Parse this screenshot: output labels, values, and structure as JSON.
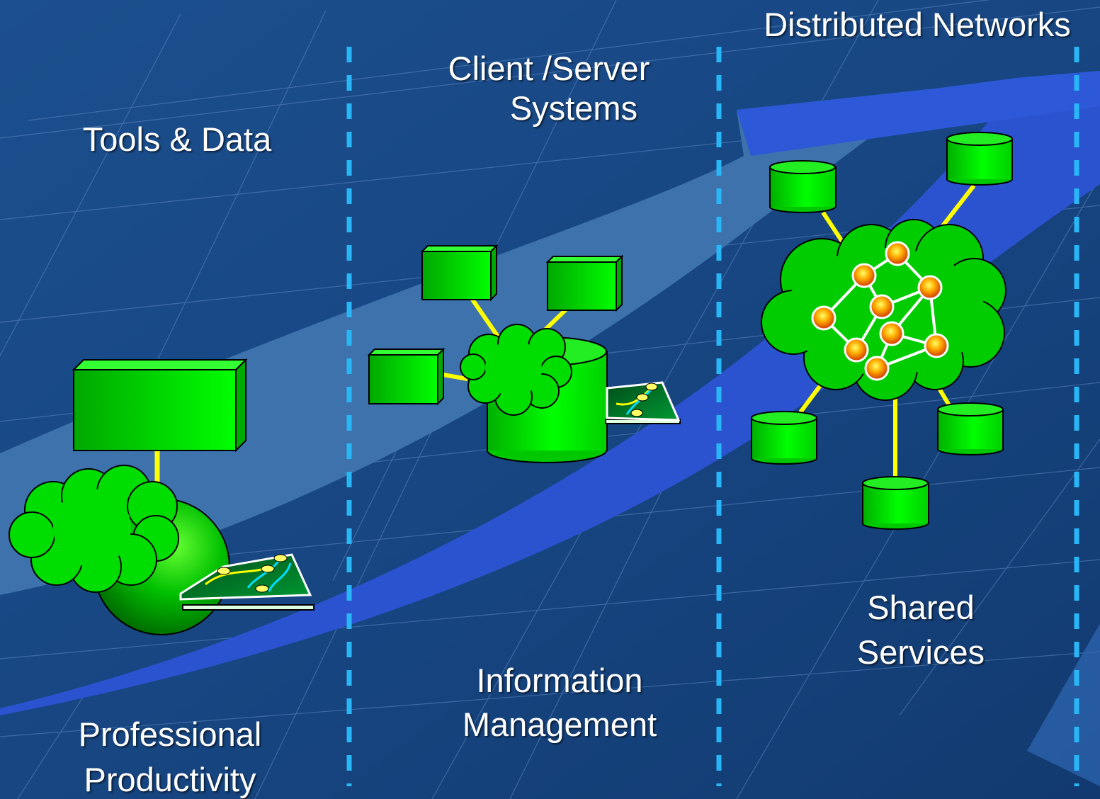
{
  "colors": {
    "background": "#16427e",
    "arrow": "#3a6fa8",
    "arrow_edge": "#2a50d0",
    "node_green": "#00cc00",
    "link_yellow": "#ffff00",
    "divider": "#29b6f6",
    "hub_orange": "#ff8c00"
  },
  "stages": [
    {
      "id": "tools",
      "heading": "Tools & Data",
      "caption_line1": "Professional",
      "caption_line2": "Productivity",
      "icons": [
        "box-icon",
        "sphere-icon",
        "cloud-icon",
        "circuit-board-icon"
      ]
    },
    {
      "id": "clientserver",
      "heading_line1": "Client /Server",
      "heading_line2": "Systems",
      "caption_line1": "Information",
      "caption_line2": "Management",
      "icons": [
        "box-icon",
        "database-icon",
        "cloud-icon",
        "circuit-board-icon"
      ]
    },
    {
      "id": "distributed",
      "heading": "Distributed Networks",
      "caption_line1": "Shared",
      "caption_line2": "Services",
      "icons": [
        "database-icon",
        "cloud-icon",
        "network-node-icon"
      ]
    }
  ]
}
